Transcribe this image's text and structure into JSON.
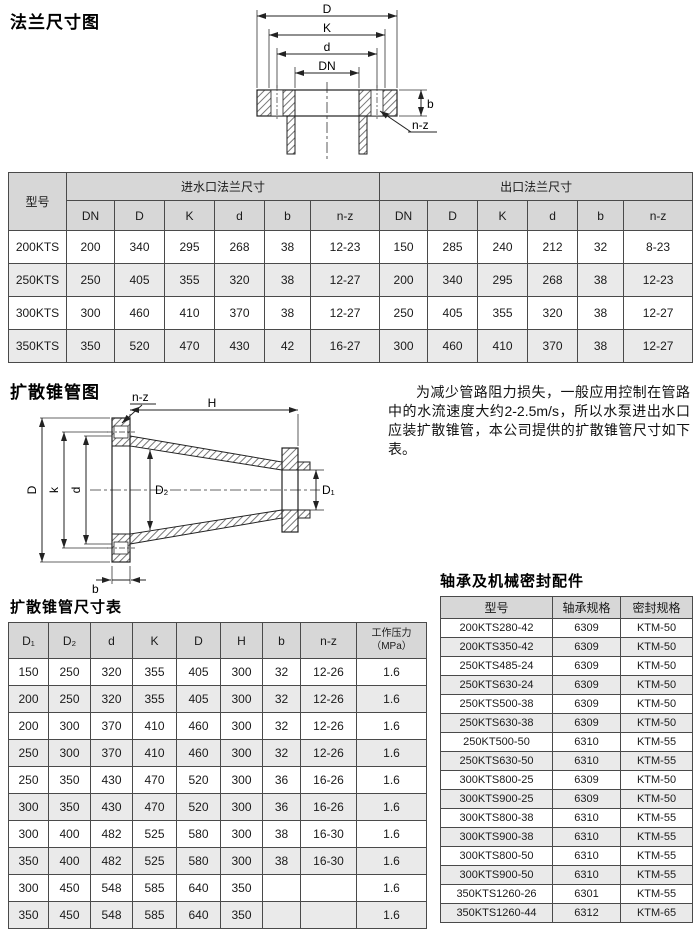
{
  "sections": {
    "flange_title": "法兰尺寸图",
    "cone_title": "扩散锥管图",
    "cone_table_title": "扩散锥管尺寸表",
    "bearing_title": "轴承及机械密封配件",
    "description": "为减少管路阻力损失，一般应用控制在管路中的水流速度大约2-2.5m/s，所以水泵进出水口应装扩散锥管，本公司提供的扩散锥管尺寸如下表。"
  },
  "flange_diagram": {
    "labels": {
      "D": "D",
      "K": "K",
      "d": "d",
      "DN": "DN",
      "b": "b",
      "nz": "n-z"
    }
  },
  "cone_diagram": {
    "labels": {
      "nz": "n-z",
      "H": "H",
      "D2": "D₂",
      "D1": "D₁",
      "D": "D",
      "k": "k",
      "d": "d",
      "b": "b"
    }
  },
  "flange_table": {
    "col_model": "型号",
    "group_inlet": "进水口法兰尺寸",
    "group_outlet": "出口法兰尺寸",
    "sub_headers": [
      "DN",
      "D",
      "K",
      "d",
      "b",
      "n-z"
    ],
    "rows": [
      {
        "model": "200KTS",
        "inlet": [
          "200",
          "340",
          "295",
          "268",
          "38",
          "12-23"
        ],
        "outlet": [
          "150",
          "285",
          "240",
          "212",
          "32",
          "8-23"
        ]
      },
      {
        "model": "250KTS",
        "inlet": [
          "250",
          "405",
          "355",
          "320",
          "38",
          "12-27"
        ],
        "outlet": [
          "200",
          "340",
          "295",
          "268",
          "38",
          "12-23"
        ]
      },
      {
        "model": "300KTS",
        "inlet": [
          "300",
          "460",
          "410",
          "370",
          "38",
          "12-27"
        ],
        "outlet": [
          "250",
          "405",
          "355",
          "320",
          "38",
          "12-27"
        ]
      },
      {
        "model": "350KTS",
        "inlet": [
          "350",
          "520",
          "470",
          "430",
          "42",
          "16-27"
        ],
        "outlet": [
          "300",
          "460",
          "410",
          "370",
          "38",
          "12-27"
        ]
      }
    ]
  },
  "cone_table": {
    "headers": [
      "D₁",
      "D₂",
      "d",
      "K",
      "D",
      "H",
      "b",
      "n-z",
      "工作压力\n（MPa）"
    ],
    "rows": [
      [
        "150",
        "250",
        "320",
        "355",
        "405",
        "300",
        "32",
        "12-26",
        "1.6"
      ],
      [
        "200",
        "250",
        "320",
        "355",
        "405",
        "300",
        "32",
        "12-26",
        "1.6"
      ],
      [
        "200",
        "300",
        "370",
        "410",
        "460",
        "300",
        "32",
        "12-26",
        "1.6"
      ],
      [
        "250",
        "300",
        "370",
        "410",
        "460",
        "300",
        "32",
        "12-26",
        "1.6"
      ],
      [
        "250",
        "350",
        "430",
        "470",
        "520",
        "300",
        "36",
        "16-26",
        "1.6"
      ],
      [
        "300",
        "350",
        "430",
        "470",
        "520",
        "300",
        "36",
        "16-26",
        "1.6"
      ],
      [
        "300",
        "400",
        "482",
        "525",
        "580",
        "300",
        "38",
        "16-30",
        "1.6"
      ],
      [
        "350",
        "400",
        "482",
        "525",
        "580",
        "300",
        "38",
        "16-30",
        "1.6"
      ],
      [
        "300",
        "450",
        "548",
        "585",
        "640",
        "350",
        "",
        "",
        "1.6"
      ],
      [
        "350",
        "450",
        "548",
        "585",
        "640",
        "350",
        "",
        "",
        "1.6"
      ]
    ]
  },
  "bearing_table": {
    "headers": [
      "型号",
      "轴承规格",
      "密封规格"
    ],
    "rows": [
      [
        "200KTS280-42",
        "6309",
        "KTM-50"
      ],
      [
        "200KTS350-42",
        "6309",
        "KTM-50"
      ],
      [
        "250KTS485-24",
        "6309",
        "KTM-50"
      ],
      [
        "250KTS630-24",
        "6309",
        "KTM-50"
      ],
      [
        "250KTS500-38",
        "6309",
        "KTM-50"
      ],
      [
        "250KTS630-38",
        "6309",
        "KTM-50"
      ],
      [
        "250KT500-50",
        "6310",
        "KTM-55"
      ],
      [
        "250KTS630-50",
        "6310",
        "KTM-55"
      ],
      [
        "300KTS800-25",
        "6309",
        "KTM-50"
      ],
      [
        "300KTS900-25",
        "6309",
        "KTM-50"
      ],
      [
        "300KTS800-38",
        "6310",
        "KTM-55"
      ],
      [
        "300KTS900-38",
        "6310",
        "KTM-55"
      ],
      [
        "300KTS800-50",
        "6310",
        "KTM-55"
      ],
      [
        "300KTS900-50",
        "6310",
        "KTM-55"
      ],
      [
        "350KTS1260-26",
        "6301",
        "KTM-55"
      ],
      [
        "350KTS1260-44",
        "6312",
        "KTM-65"
      ]
    ]
  }
}
